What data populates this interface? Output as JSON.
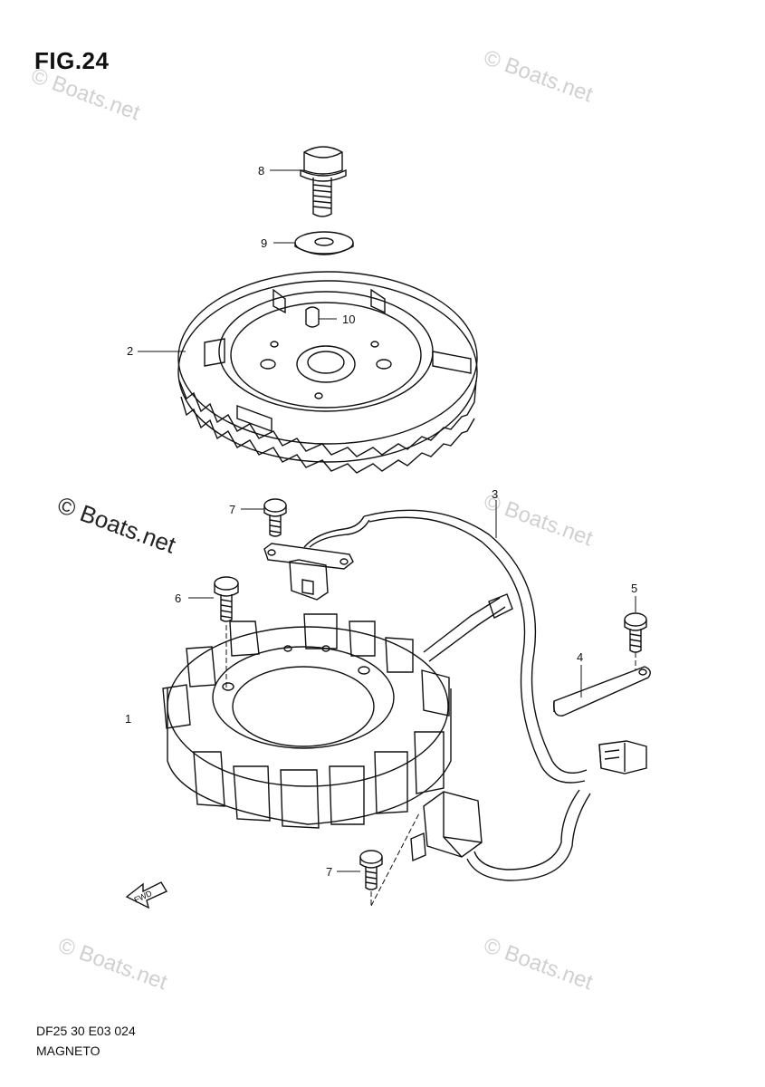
{
  "figure": {
    "title": "FIG.24",
    "code": "DF25 30 E03 024",
    "name": "MAGNETO"
  },
  "watermark": "© Boats.net",
  "callouts": [
    {
      "id": "1",
      "part": "stator"
    },
    {
      "id": "2",
      "part": "flywheel"
    },
    {
      "id": "3",
      "part": "harness"
    },
    {
      "id": "4",
      "part": "clamp"
    },
    {
      "id": "5",
      "part": "bolt"
    },
    {
      "id": "6",
      "part": "bolt"
    },
    {
      "id": "7",
      "part": "screw"
    },
    {
      "id": "7b",
      "label": "7",
      "part": "screw"
    },
    {
      "id": "8",
      "part": "bolt"
    },
    {
      "id": "9",
      "part": "washer"
    },
    {
      "id": "10",
      "part": "key"
    }
  ],
  "arrow_label": "FWD",
  "colors": {
    "line": "#111111",
    "watermark": "#d0d0d0"
  }
}
